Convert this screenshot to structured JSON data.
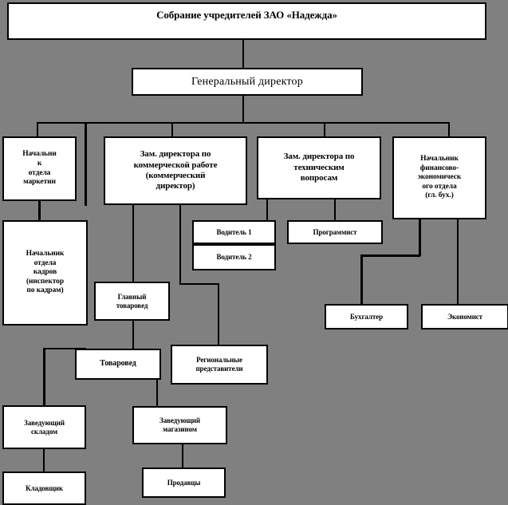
{
  "diagram": {
    "type": "organizational-chart",
    "title": "Собрание учредителей ЗАО «Надежда»",
    "background_color": "#808080",
    "node_fill": "#ffffff",
    "node_border": "#000000",
    "nodes": {
      "founders_meeting": "Собрание учредителей ЗАО «Надежда»",
      "general_director": "Генеральный директор",
      "marketing_head": "Начальни\nк\nотдела\nмаркетин",
      "marketing_head_line1": "Начальни",
      "marketing_head_line2": "к",
      "marketing_head_line3": "отдела",
      "marketing_head_line4": "маркетин",
      "commercial_deputy_line1": "Зам. директора по",
      "commercial_deputy_line2": "коммерческой работе",
      "commercial_deputy_line3": "(коммерческий",
      "commercial_deputy_line4": "директор)",
      "technical_deputy_line1": "Зам. директора по",
      "technical_deputy_line2": "техническим",
      "technical_deputy_line3": "вопросам",
      "finance_head_line1": "Начальник",
      "finance_head_line2": "финансово-",
      "finance_head_line3": "экономическ",
      "finance_head_line4": "ого отдела",
      "finance_head_line5": "(гл. бух.)",
      "hr_head_line1": "Начальник",
      "hr_head_line2": "отдела",
      "hr_head_line3": "кадров",
      "hr_head_line4": "(инспектор",
      "hr_head_line5": "по кадрам)",
      "driver_1": "Водитель  1",
      "driver_2": "Водитель  2",
      "programmer": "Программист",
      "accountant": "Бухгалтер",
      "economist": "Экономист",
      "chief_merchandiser_line1": "Главный",
      "chief_merchandiser_line2": "товаровед",
      "merchandiser": "Товаровед",
      "regional_reps_line1": "Региональные",
      "regional_reps_line2": "представители",
      "warehouse_manager_line1": "Заведующий",
      "warehouse_manager_line2": "складом",
      "store_manager_line1": "Заведующий",
      "store_manager_line2": "магазином",
      "storekeeper": "Кладовщик",
      "sellers": "Продавцы"
    }
  }
}
